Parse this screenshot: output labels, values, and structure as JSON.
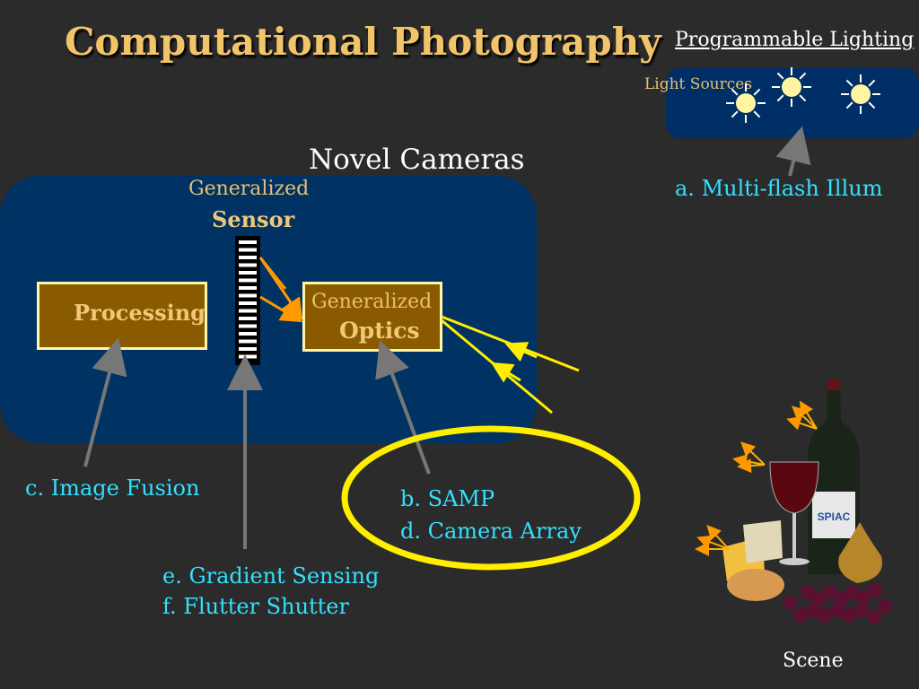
{
  "title": "Computational Photography",
  "programmable_lighting": {
    "title": "Programmable Lighting",
    "light_sources_label": "Light Sources"
  },
  "novel_cameras": "Novel Cameras",
  "sensor": {
    "line1": "Generalized",
    "line2": "Sensor"
  },
  "processing": "Processing",
  "optics": {
    "line1": "Generalized",
    "line2": "Optics"
  },
  "labels": {
    "multi_flash": "a. Multi-flash Illum",
    "image_fusion": "c. Image Fusion",
    "samp": "b. SAMP",
    "camera_array": "d. Camera Array",
    "gradient_sensing": "e. Gradient Sensing",
    "flutter_shutter": "f.  Flutter Shutter"
  },
  "scene": "Scene",
  "colors": {
    "background": "#2b2b2b",
    "panel_blue": "#003263",
    "title_gold": "#f2c46a",
    "label_cyan": "#33e0ff",
    "box_brown": "#8a5a00",
    "highlight_yellow": "#ffee00",
    "arrow_orange": "#ff9900",
    "arrow_gray": "#777777"
  }
}
